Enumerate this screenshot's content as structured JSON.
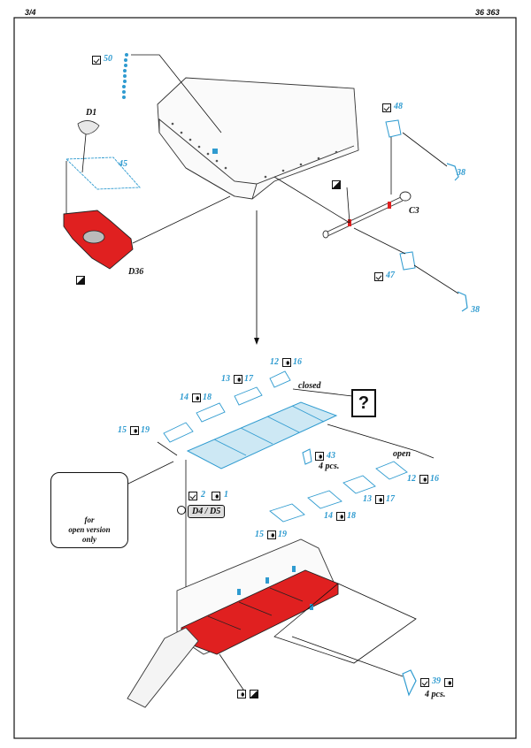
{
  "page": {
    "left_number": "3/4",
    "right_number": "36 363"
  },
  "parts": {
    "p50": "50",
    "d1": "D1",
    "p45": "45",
    "d36": "D36",
    "p48": "48",
    "p38a": "38",
    "c3": "C3",
    "p47": "47",
    "p38b": "38",
    "p12a": "12",
    "p16a": "16",
    "p13a": "13",
    "p17a": "17",
    "p14a": "14",
    "p18a": "18",
    "p15a": "15",
    "p19a": "19",
    "closed": "closed",
    "open": "open",
    "question": "?",
    "p43": "43",
    "pcs4a": "4 pcs.",
    "p12b": "12",
    "p16b": "16",
    "p13b": "13",
    "p17b": "17",
    "p14b": "14",
    "p18b": "18",
    "p15b": "15",
    "p19b": "19",
    "p2": "2",
    "p1": "1",
    "d4d5": "D4 / D5",
    "p39": "39",
    "pcs4b": "4 pcs."
  },
  "inset": {
    "line1": "for",
    "line2": "open version",
    "line3": "only"
  },
  "colors": {
    "photoetch": "#2f9bd0",
    "red_part": "#e02020",
    "etch_fill": "#cde8f4"
  }
}
